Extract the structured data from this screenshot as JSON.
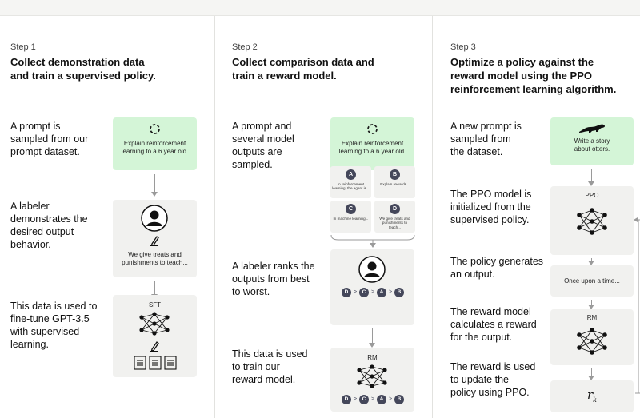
{
  "steps": [
    {
      "label": "Step 1",
      "title_lines": [
        "Collect demonstration data",
        "and train a supervised policy."
      ],
      "descriptions": [
        [
          "A prompt is",
          "sampled from our",
          "prompt dataset."
        ],
        [
          "A labeler",
          "demonstrates the",
          "desired output",
          "behavior."
        ],
        [
          "This data is used to",
          "fine-tune GPT-3.5",
          "with supervised",
          "learning."
        ]
      ],
      "prompt_lines": [
        "Explain reinforcement",
        "learning to a 6 year old."
      ],
      "demo_lines": [
        "We give treats and",
        "punishments to teach..."
      ],
      "model_label": "SFT"
    },
    {
      "label": "Step 2",
      "title_lines": [
        "Collect comparison data and",
        "train a reward model."
      ],
      "descriptions": [
        [
          "A prompt and",
          "several model",
          "outputs are",
          "sampled."
        ],
        [
          "A labeler ranks the",
          "outputs from best",
          "to worst."
        ],
        [
          "This data is used",
          "to train our",
          "reward model."
        ]
      ],
      "prompt_lines": [
        "Explain reinforcement",
        "learning to a 6 year old."
      ],
      "outputs": [
        {
          "letter": "A",
          "text": "In reinforcement learning, the agent is..."
        },
        {
          "letter": "B",
          "text": "Explain rewards..."
        },
        {
          "letter": "C",
          "text": "In machine learning..."
        },
        {
          "letter": "D",
          "text": "We give treats and punishments to teach..."
        }
      ],
      "ranking": [
        "D",
        ">",
        "C",
        ">",
        "A",
        ">",
        "B"
      ],
      "model_label": "RM"
    },
    {
      "label": "Step 3",
      "title_lines": [
        "Optimize a policy against the",
        "reward model using the PPO",
        "reinforcement learning algorithm."
      ],
      "descriptions": [
        [
          "A new prompt is",
          "sampled from",
          "the dataset."
        ],
        [
          "The PPO model is",
          "initialized from the",
          "supervised policy."
        ],
        [
          "The policy generates",
          "an output."
        ],
        [
          "The reward model",
          "calculates a reward",
          "for the output."
        ],
        [
          "The reward is used",
          "to update the",
          "policy using PPO."
        ]
      ],
      "prompt_lines": [
        "Write a story",
        "about otters."
      ],
      "policy_label": "PPO",
      "output_text": "Once upon a time...",
      "rm_label": "RM",
      "reward_symbol": "r",
      "reward_subscript": "k"
    }
  ],
  "icons": {
    "openai": "openai-logo-icon",
    "labeler": "person-icon",
    "pencil": "pencil-icon",
    "network": "neural-network-icon",
    "documents": "document-icon",
    "otter": "otter-icon"
  },
  "colors": {
    "prompt_card": "#d4f5d7",
    "card": "#f1f1ef",
    "badge": "#44475a",
    "arrow": "#9a9a9a"
  }
}
